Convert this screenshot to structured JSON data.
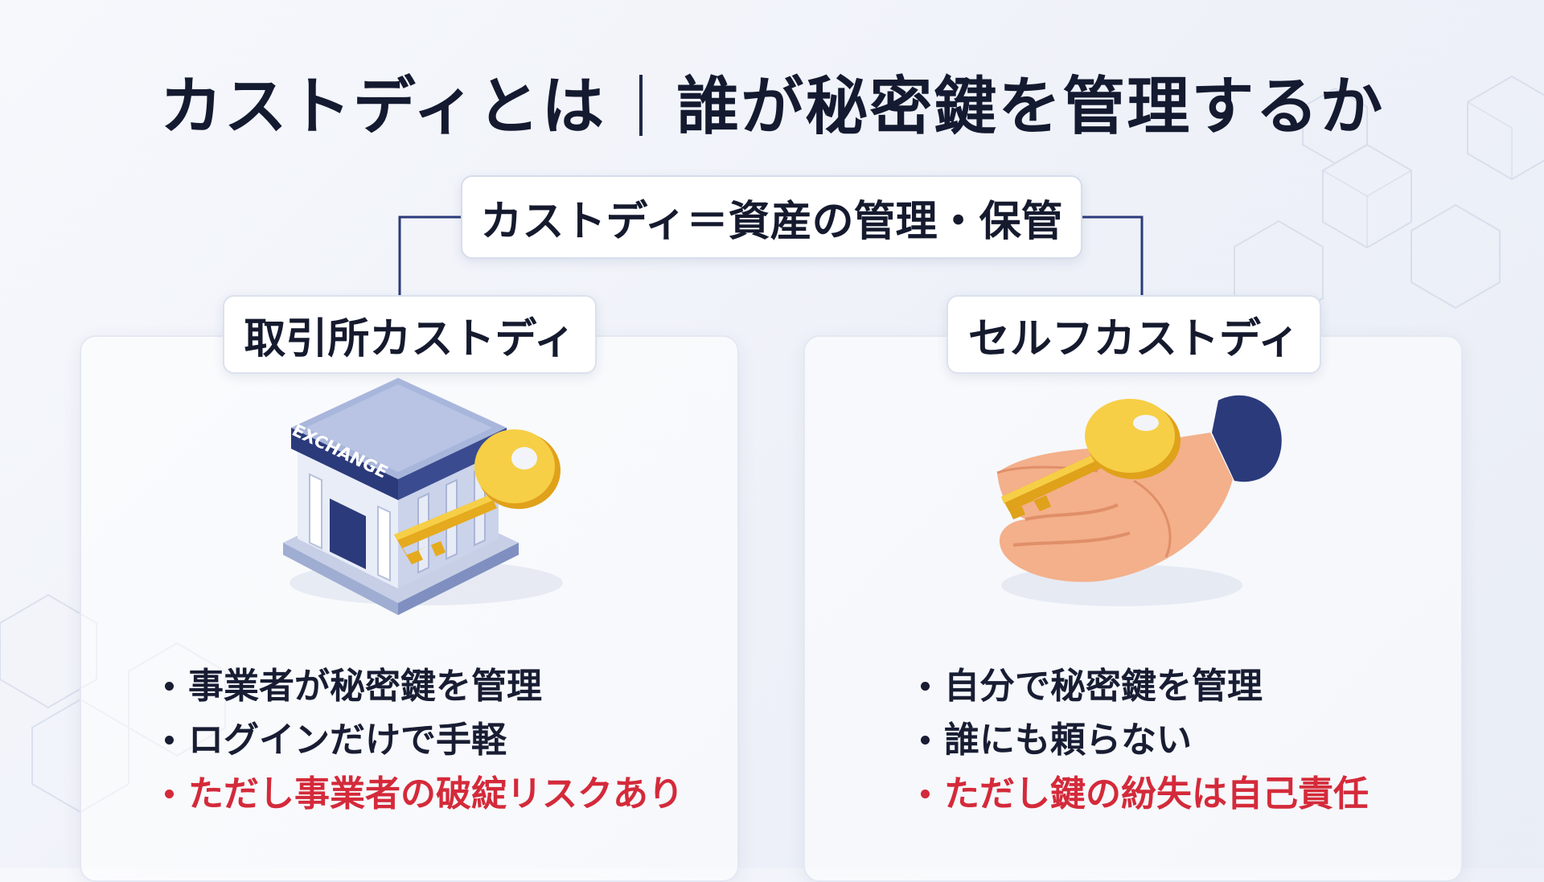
{
  "title": {
    "left": "カストディとは",
    "right": "誰が秘密鍵を管理するか"
  },
  "root": {
    "label": "カストディ＝資産の管理・保管"
  },
  "exchange": {
    "label": "取引所カストディ",
    "sign_text": "EXCHANGE",
    "bullets": [
      {
        "text": "事業者が秘密鍵を管理"
      },
      {
        "text": "ログインだけで手軽"
      },
      {
        "text": "ただし事業者の破綻リスクあり"
      }
    ]
  },
  "self": {
    "label": "セルフカストディ",
    "bullets": [
      {
        "text": "自分で秘密鍵を管理"
      },
      {
        "text": "誰にも頼らない"
      },
      {
        "text": "ただし鍵の紛失は自己責任"
      }
    ]
  },
  "colors": {
    "accent_navy": "#2b3a7a",
    "warning_red": "#d42a3a",
    "key_gold": "#f2c02c",
    "hand_skin": "#f3b08a"
  }
}
